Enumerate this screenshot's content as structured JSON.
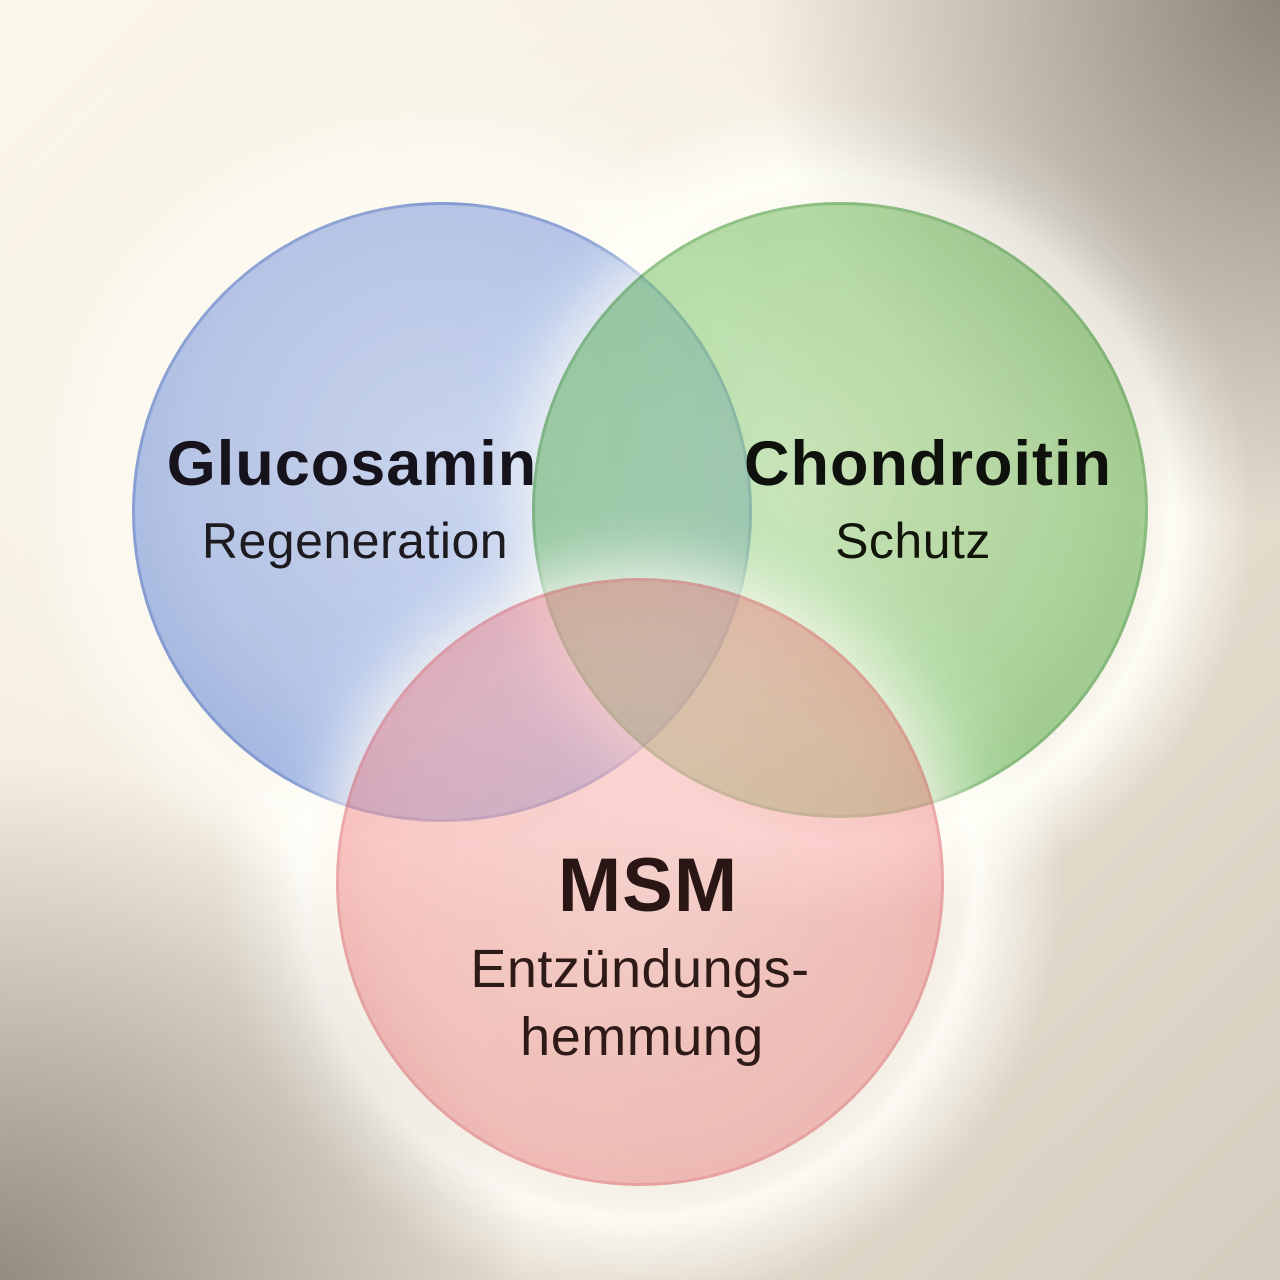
{
  "diagram": {
    "type": "venn-3-circles",
    "language": "de",
    "circles": [
      {
        "id": "glucosamin",
        "label": "Glucosamin",
        "sublabel": "Regeneration",
        "fill_color": "#9cb4e6",
        "position": "top-left"
      },
      {
        "id": "chondroitin",
        "label": "Chondroitin",
        "sublabel": "Schutz",
        "fill_color": "#a8d79a",
        "position": "top-right"
      },
      {
        "id": "msm",
        "label": "MSM",
        "sublabel_lines": [
          "Entzündungs-",
          "hemmung"
        ],
        "fill_color": "#f6c6c4",
        "position": "bottom-center"
      }
    ],
    "overlap_colors": {
      "blue_green": "#96c3a8",
      "blue_pink": "#d6b7ca",
      "green_pink": "#ddc6a9",
      "center": "#c6c3b0"
    },
    "background": {
      "top_left": "#faf6e9",
      "corner_vignette": "#8d8279",
      "bottom_right": "#d6ccbf",
      "glow": "#fffdf6"
    },
    "text_color": "#1a161d"
  }
}
